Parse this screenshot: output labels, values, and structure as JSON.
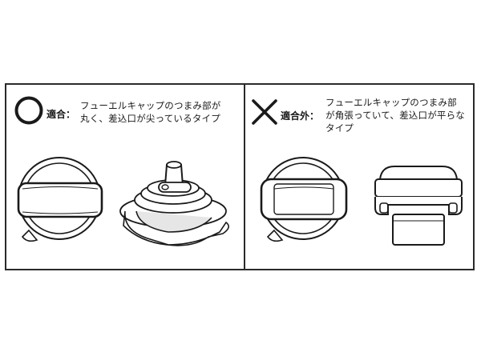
{
  "compatible": {
    "icon": "circle-icon",
    "label": "適合：",
    "lines": [
      "フューエルキャップのつまみ部が",
      "丸く、差込口が尖っているタイプ"
    ]
  },
  "incompatible": {
    "icon": "cross-icon",
    "label": "適合外：",
    "lines": [
      "フューエルキャップのつまみ部",
      "が角張っていて、差込口が平らな",
      "タイプ"
    ]
  },
  "colors": {
    "stroke": "#1a1a1a",
    "shade": "#d9d9d9"
  }
}
